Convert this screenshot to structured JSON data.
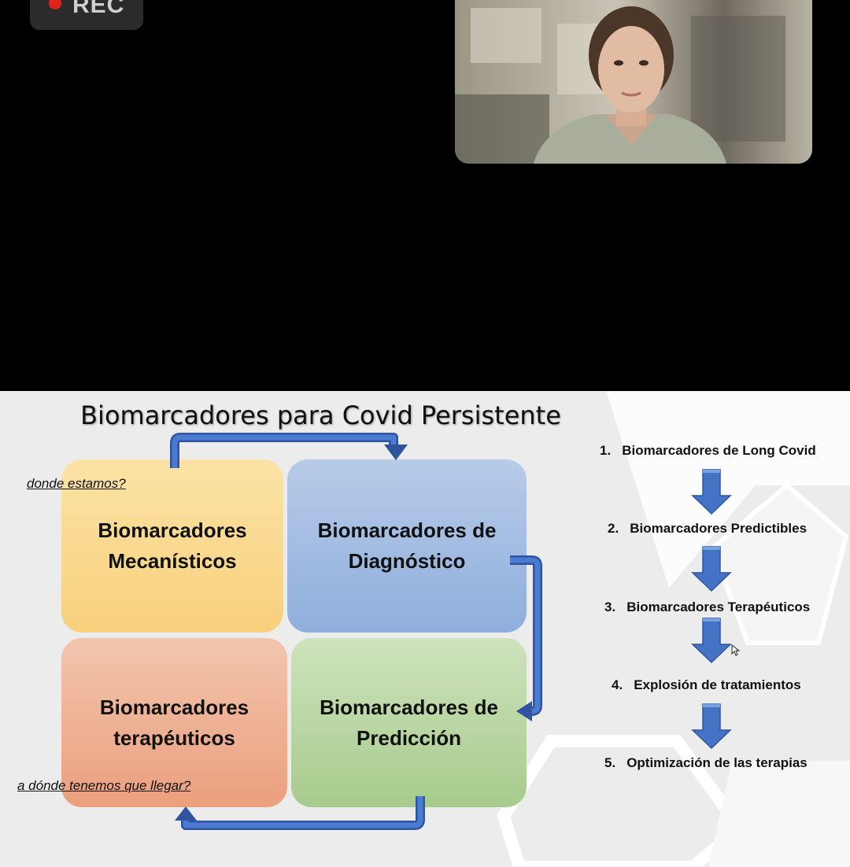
{
  "recording": {
    "label": "REC"
  },
  "slide": {
    "title": "Biomarcadores para Covid Persistente",
    "notes": {
      "top": "donde estamos?",
      "bottom": "a dónde tenemos que llegar?"
    },
    "quadrants": [
      {
        "id": "mecanisticos",
        "line1": "Biomarcadores",
        "line2": "Mecanísticos",
        "color": "#f8d07c"
      },
      {
        "id": "diagnostico",
        "line1": "Biomarcadores de",
        "line2": "Diagnóstico",
        "color": "#8eaedc"
      },
      {
        "id": "terapeuticos",
        "line1": "Biomarcadores",
        "line2": "terapéuticos",
        "color": "#eb9f7d"
      },
      {
        "id": "prediccion",
        "line1": "Biomarcadores de",
        "line2": "Predicción",
        "color": "#a6cb8c"
      }
    ],
    "steps": [
      {
        "num": "1.",
        "label": "Biomarcadores de Long Covid"
      },
      {
        "num": "2.",
        "label": "Biomarcadores Predictibles"
      },
      {
        "num": "3.",
        "label": "Biomarcadores Terapéuticos"
      },
      {
        "num": "4.",
        "label": "Explosión de tratamientos"
      },
      {
        "num": "5.",
        "label": "Optimización de las terapias"
      }
    ],
    "arrow_color": "#4472c4"
  }
}
